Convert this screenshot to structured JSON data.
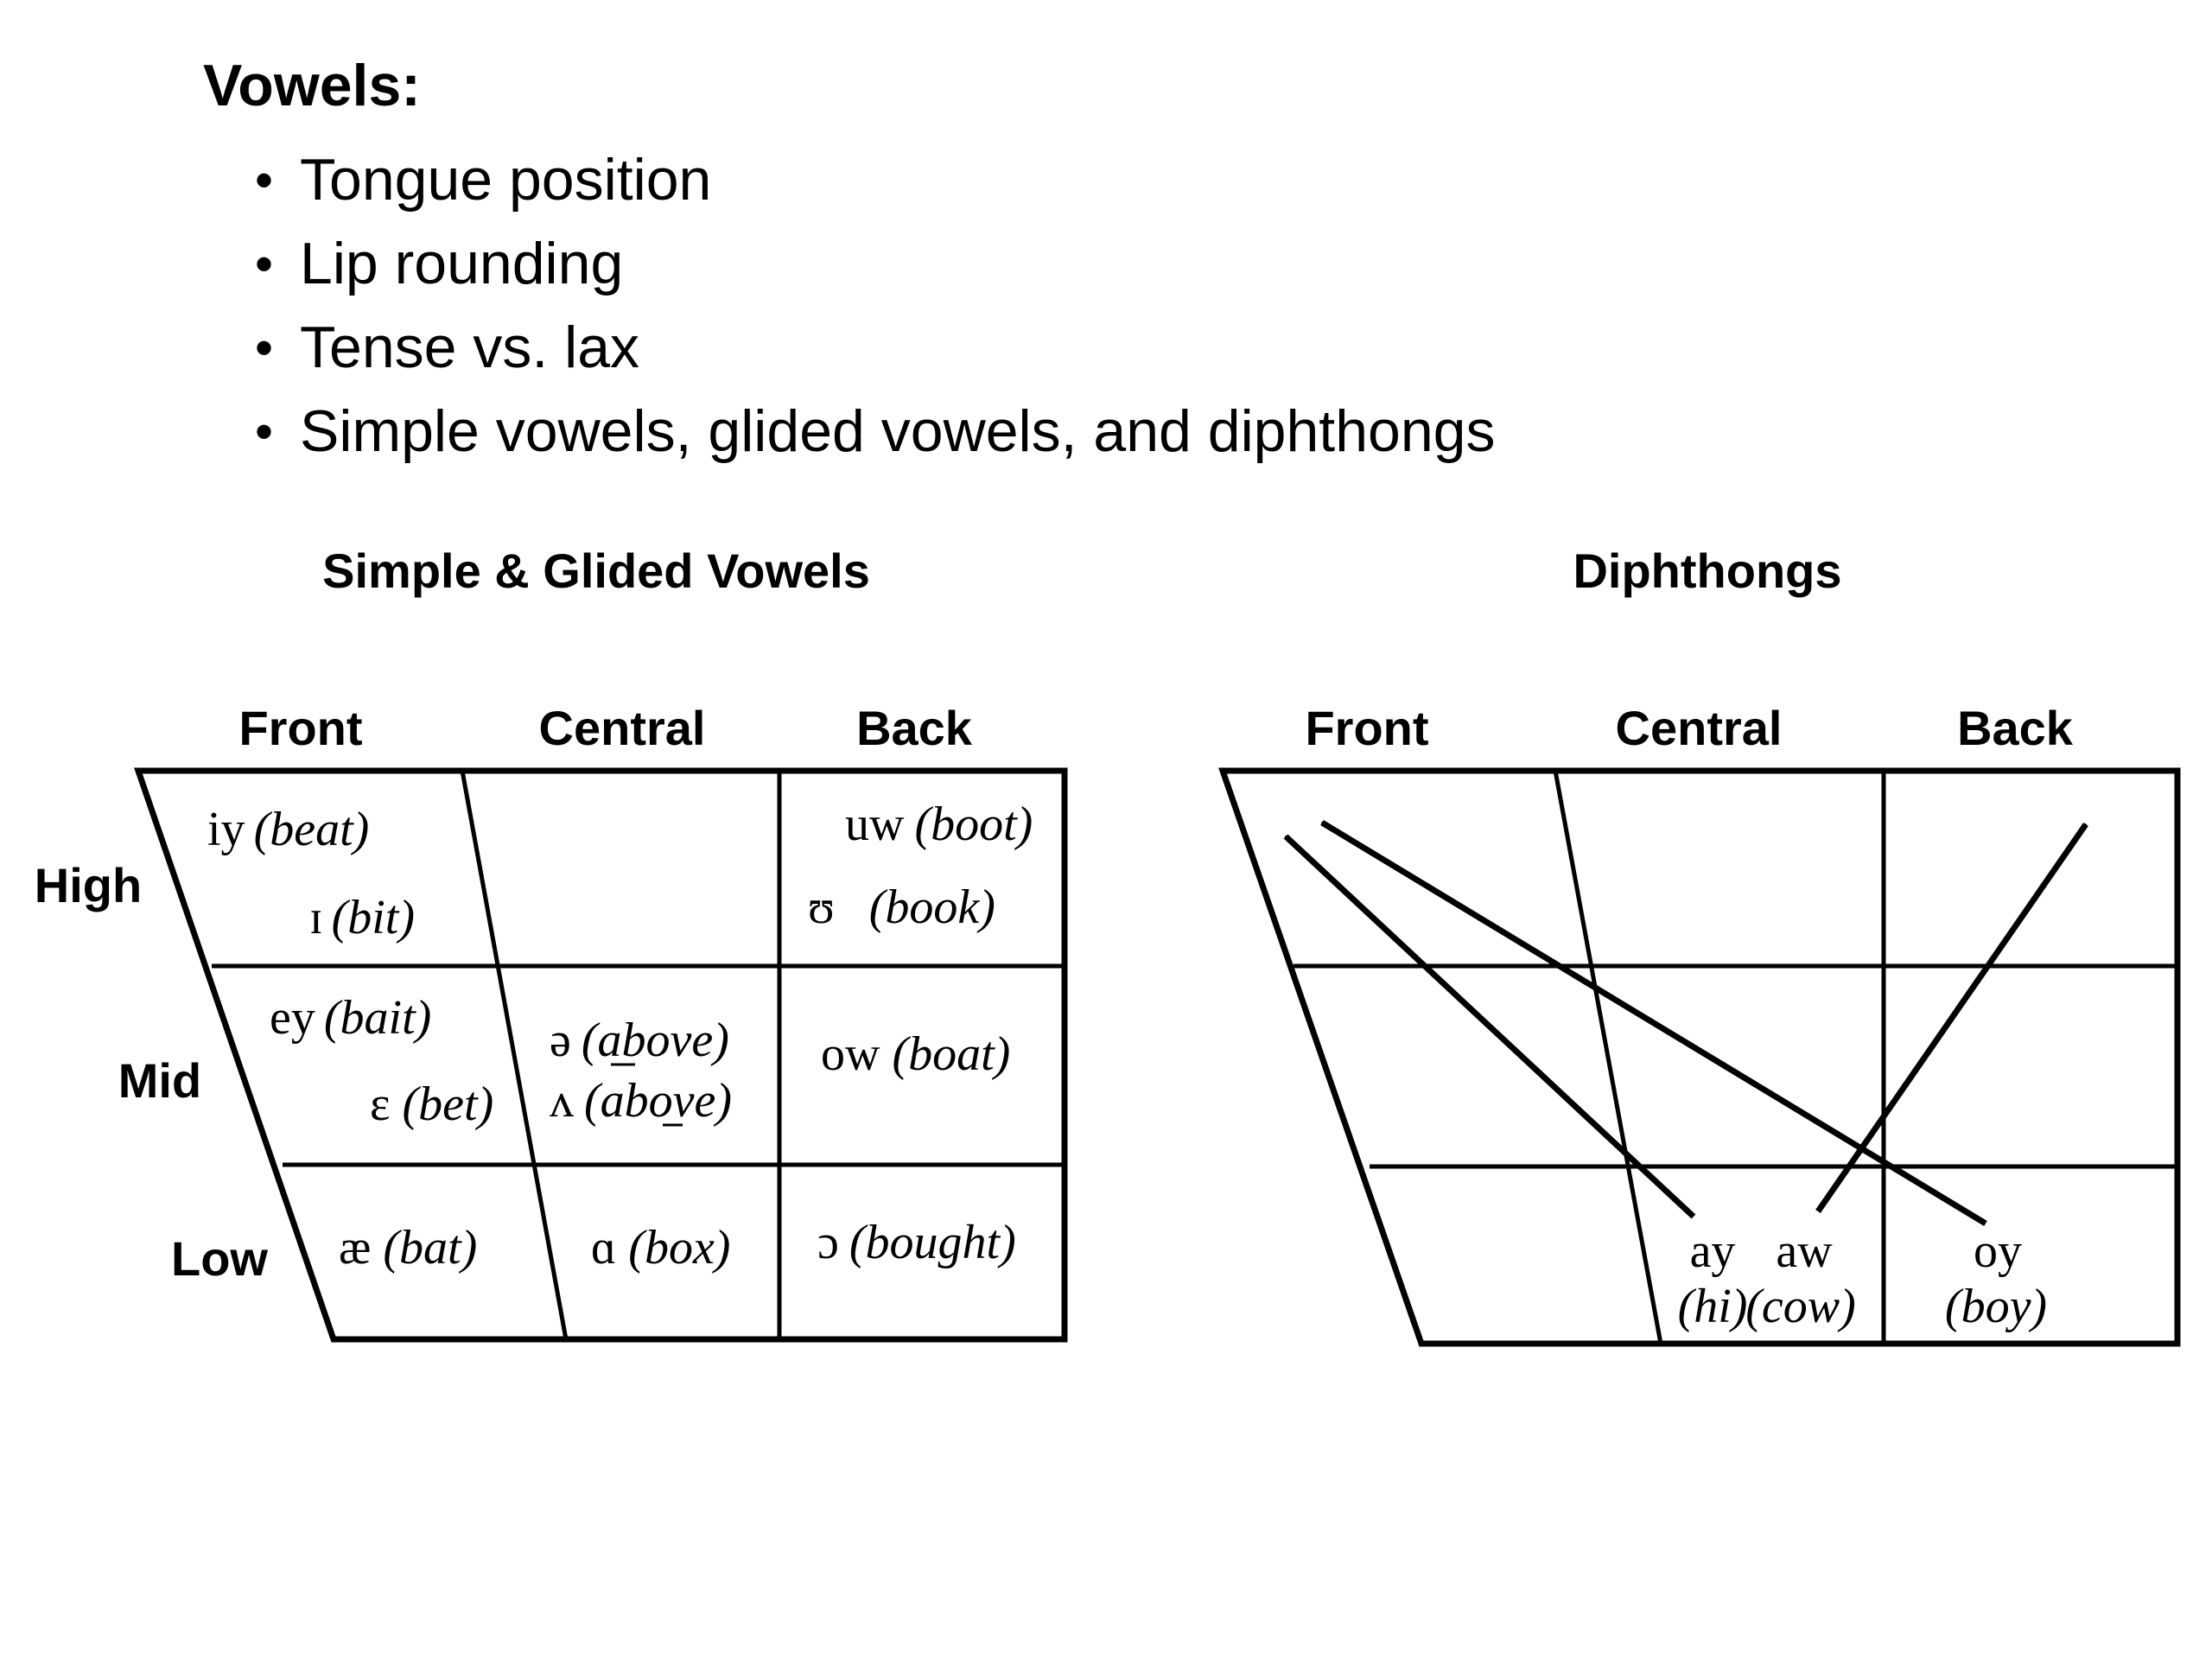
{
  "slide": {
    "title": "Vowels:",
    "bullets": [
      "Tongue position",
      "Lip rounding",
      "Tense vs. lax",
      "Simple vowels, glided vowels, and diphthongs"
    ]
  },
  "left_chart": {
    "title": "Simple & Glided Vowels",
    "columns": [
      "Front",
      "Central",
      "Back"
    ],
    "rows": [
      "High",
      "Mid",
      "Low"
    ],
    "cells": {
      "iy": {
        "symbol": "iy",
        "example": "(beat)"
      },
      "ih": {
        "symbol": "ɪ",
        "example": "(bit)"
      },
      "uw": {
        "symbol": "uw",
        "example": "(boot)"
      },
      "uh": {
        "symbol": "ʊ",
        "example": "(book)"
      },
      "ey": {
        "symbol": "ey",
        "example": "(bait)"
      },
      "eh": {
        "symbol": "ɛ",
        "example": "(bet)"
      },
      "schwa": {
        "symbol": "ə",
        "example": "(above)"
      },
      "wedge": {
        "symbol": "ʌ",
        "example": "(above)"
      },
      "ow": {
        "symbol": "ow",
        "example": "(boat)"
      },
      "ae": {
        "symbol": "æ",
        "example": "(bat)"
      },
      "aa": {
        "symbol": "ɑ",
        "example": "(box)"
      },
      "ao": {
        "symbol": "ɔ",
        "example": "(bought)"
      }
    }
  },
  "right_chart": {
    "title": "Diphthongs",
    "columns": [
      "Front",
      "Central",
      "Back"
    ],
    "diphthongs": [
      {
        "symbol": "ay",
        "example": "(hi)"
      },
      {
        "symbol": "aw",
        "example": "(cow)"
      },
      {
        "symbol": "oy",
        "example": "(boy)"
      }
    ]
  }
}
